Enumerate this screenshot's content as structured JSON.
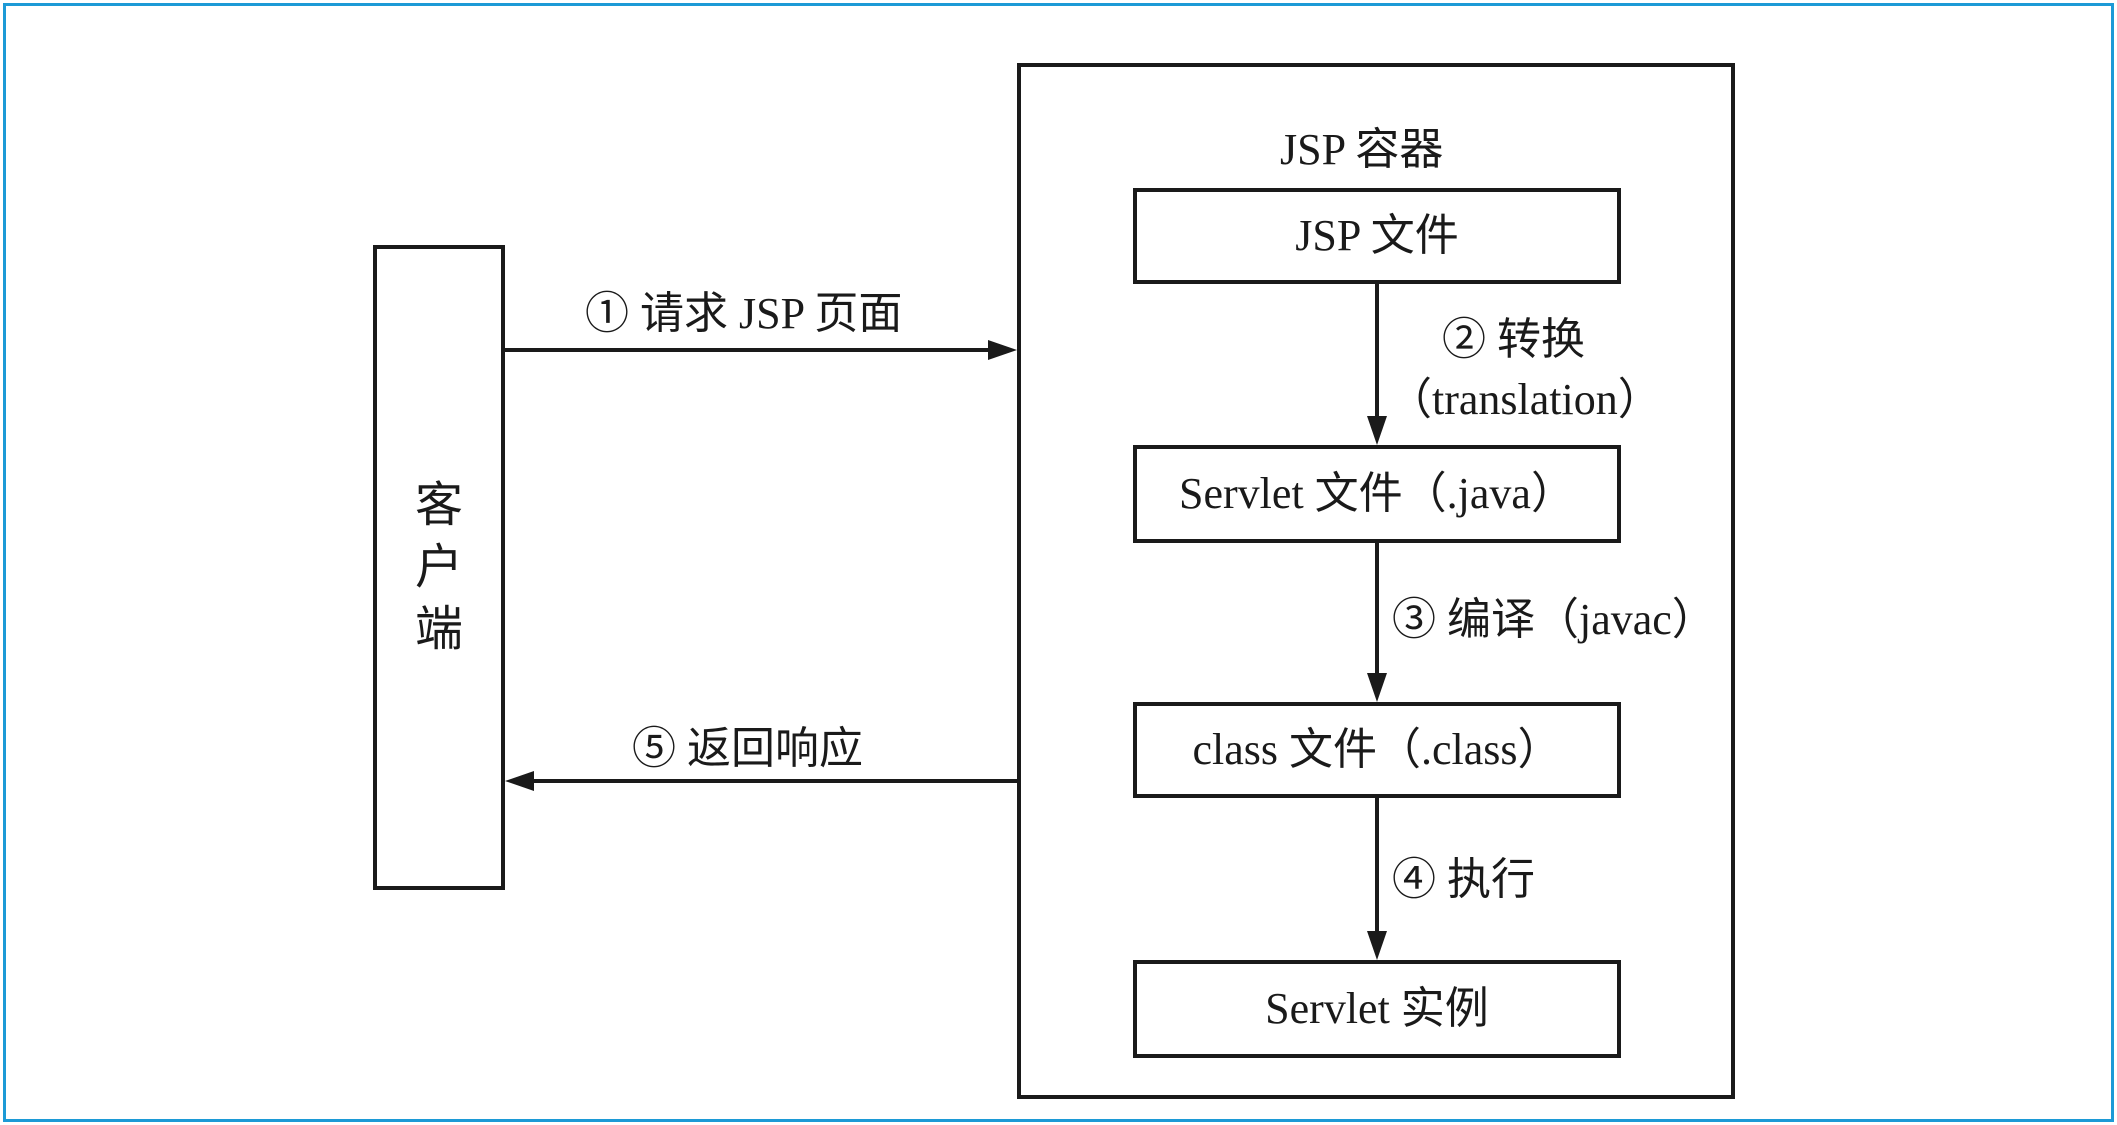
{
  "client": {
    "label_chars": [
      "客",
      "户",
      "端"
    ]
  },
  "container": {
    "title": "JSP 容器",
    "nodes": [
      "JSP 文件",
      "Servlet 文件（.java）",
      "class 文件（.class）",
      "Servlet 实例"
    ]
  },
  "flows": {
    "request": "① 请求 JSP 页面",
    "translate_step": "② 转换",
    "translate_note": "（translation）",
    "compile": "③ 编译（javac）",
    "execute": "④ 执行",
    "response": "⑤ 返回响应"
  },
  "colors": {
    "frame": "#1c9ad6",
    "ink": "#1a1a1a"
  }
}
